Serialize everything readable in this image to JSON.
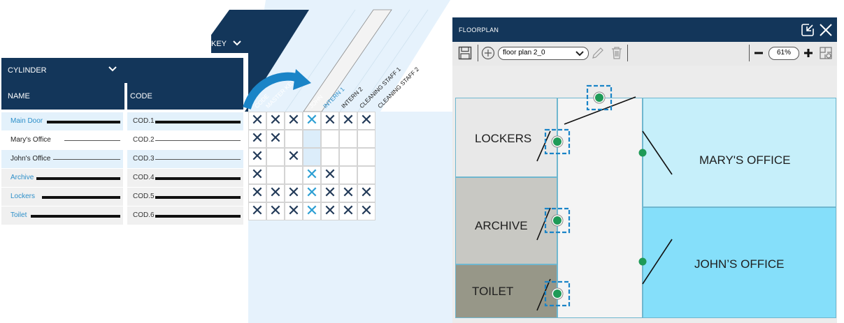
{
  "cylinder_panel": {
    "header": "CYLINDER",
    "columns": {
      "name": "NAME",
      "code": "CODE"
    },
    "rows": [
      {
        "name": "Main Door",
        "code": "COD.1",
        "name_color": "blue",
        "bg": "#e3f1fb",
        "line": "thick"
      },
      {
        "name": "Mary's Office",
        "code": "COD.2",
        "name_color": "dark",
        "bg": "#ffffff",
        "line": "thin"
      },
      {
        "name": "John's Office",
        "code": "COD.3",
        "name_color": "dark",
        "bg": "#e3f1fb",
        "line": "thin"
      },
      {
        "name": "Archive",
        "code": "COD.4",
        "name_color": "blue",
        "bg": "#f0f0f0",
        "line": "thick"
      },
      {
        "name": "Lockers",
        "code": "COD.5",
        "name_color": "blue",
        "bg": "#f0f0f0",
        "line": "thick"
      },
      {
        "name": "Toilet",
        "code": "COD.6",
        "name_color": "blue",
        "bg": "#f0f0f0",
        "line": "thick"
      }
    ]
  },
  "key_panel": {
    "header": "KEY",
    "columns": [
      "CODE",
      "MASTER KEY",
      "JOHN",
      "INTERN 1",
      "INTERN 2",
      "CLEANING STAFF 1",
      "CLEANING STAFF 2"
    ],
    "highlighted_column": 3,
    "matrix": [
      [
        1,
        1,
        1,
        2,
        1,
        1,
        1
      ],
      [
        1,
        1,
        0,
        0,
        0,
        0,
        0
      ],
      [
        1,
        0,
        1,
        0,
        0,
        0,
        0
      ],
      [
        1,
        0,
        0,
        2,
        1,
        0,
        0
      ],
      [
        1,
        1,
        1,
        2,
        1,
        1,
        1
      ],
      [
        1,
        1,
        1,
        2,
        1,
        1,
        1
      ]
    ],
    "mark_glyph": "✕"
  },
  "floorplan": {
    "title": "FLOORPLAN",
    "selected_plan": "floor plan 2_0",
    "zoom": "61%",
    "rooms": {
      "lockers": "LOCKERS",
      "archive": "ARCHIVE",
      "toilet": "TOILET",
      "mary": "MARY'S OFFICE",
      "john": "JOHN’S OFFICE"
    }
  },
  "colors": {
    "navy": "#13365a",
    "accent_blue": "#2d8fc9",
    "mark_dark": "#223a58",
    "mark_blue": "#2d9fd3",
    "door_green": "#1e9a57",
    "highlight": "#dcedfa"
  },
  "icons": [
    "chevron-down-icon",
    "save-icon",
    "add-icon",
    "pencil-icon",
    "trash-icon",
    "minus-icon",
    "plus-icon",
    "floorplan-settings-icon",
    "minimize-icon",
    "close-icon",
    "curved-arrow-icon"
  ]
}
